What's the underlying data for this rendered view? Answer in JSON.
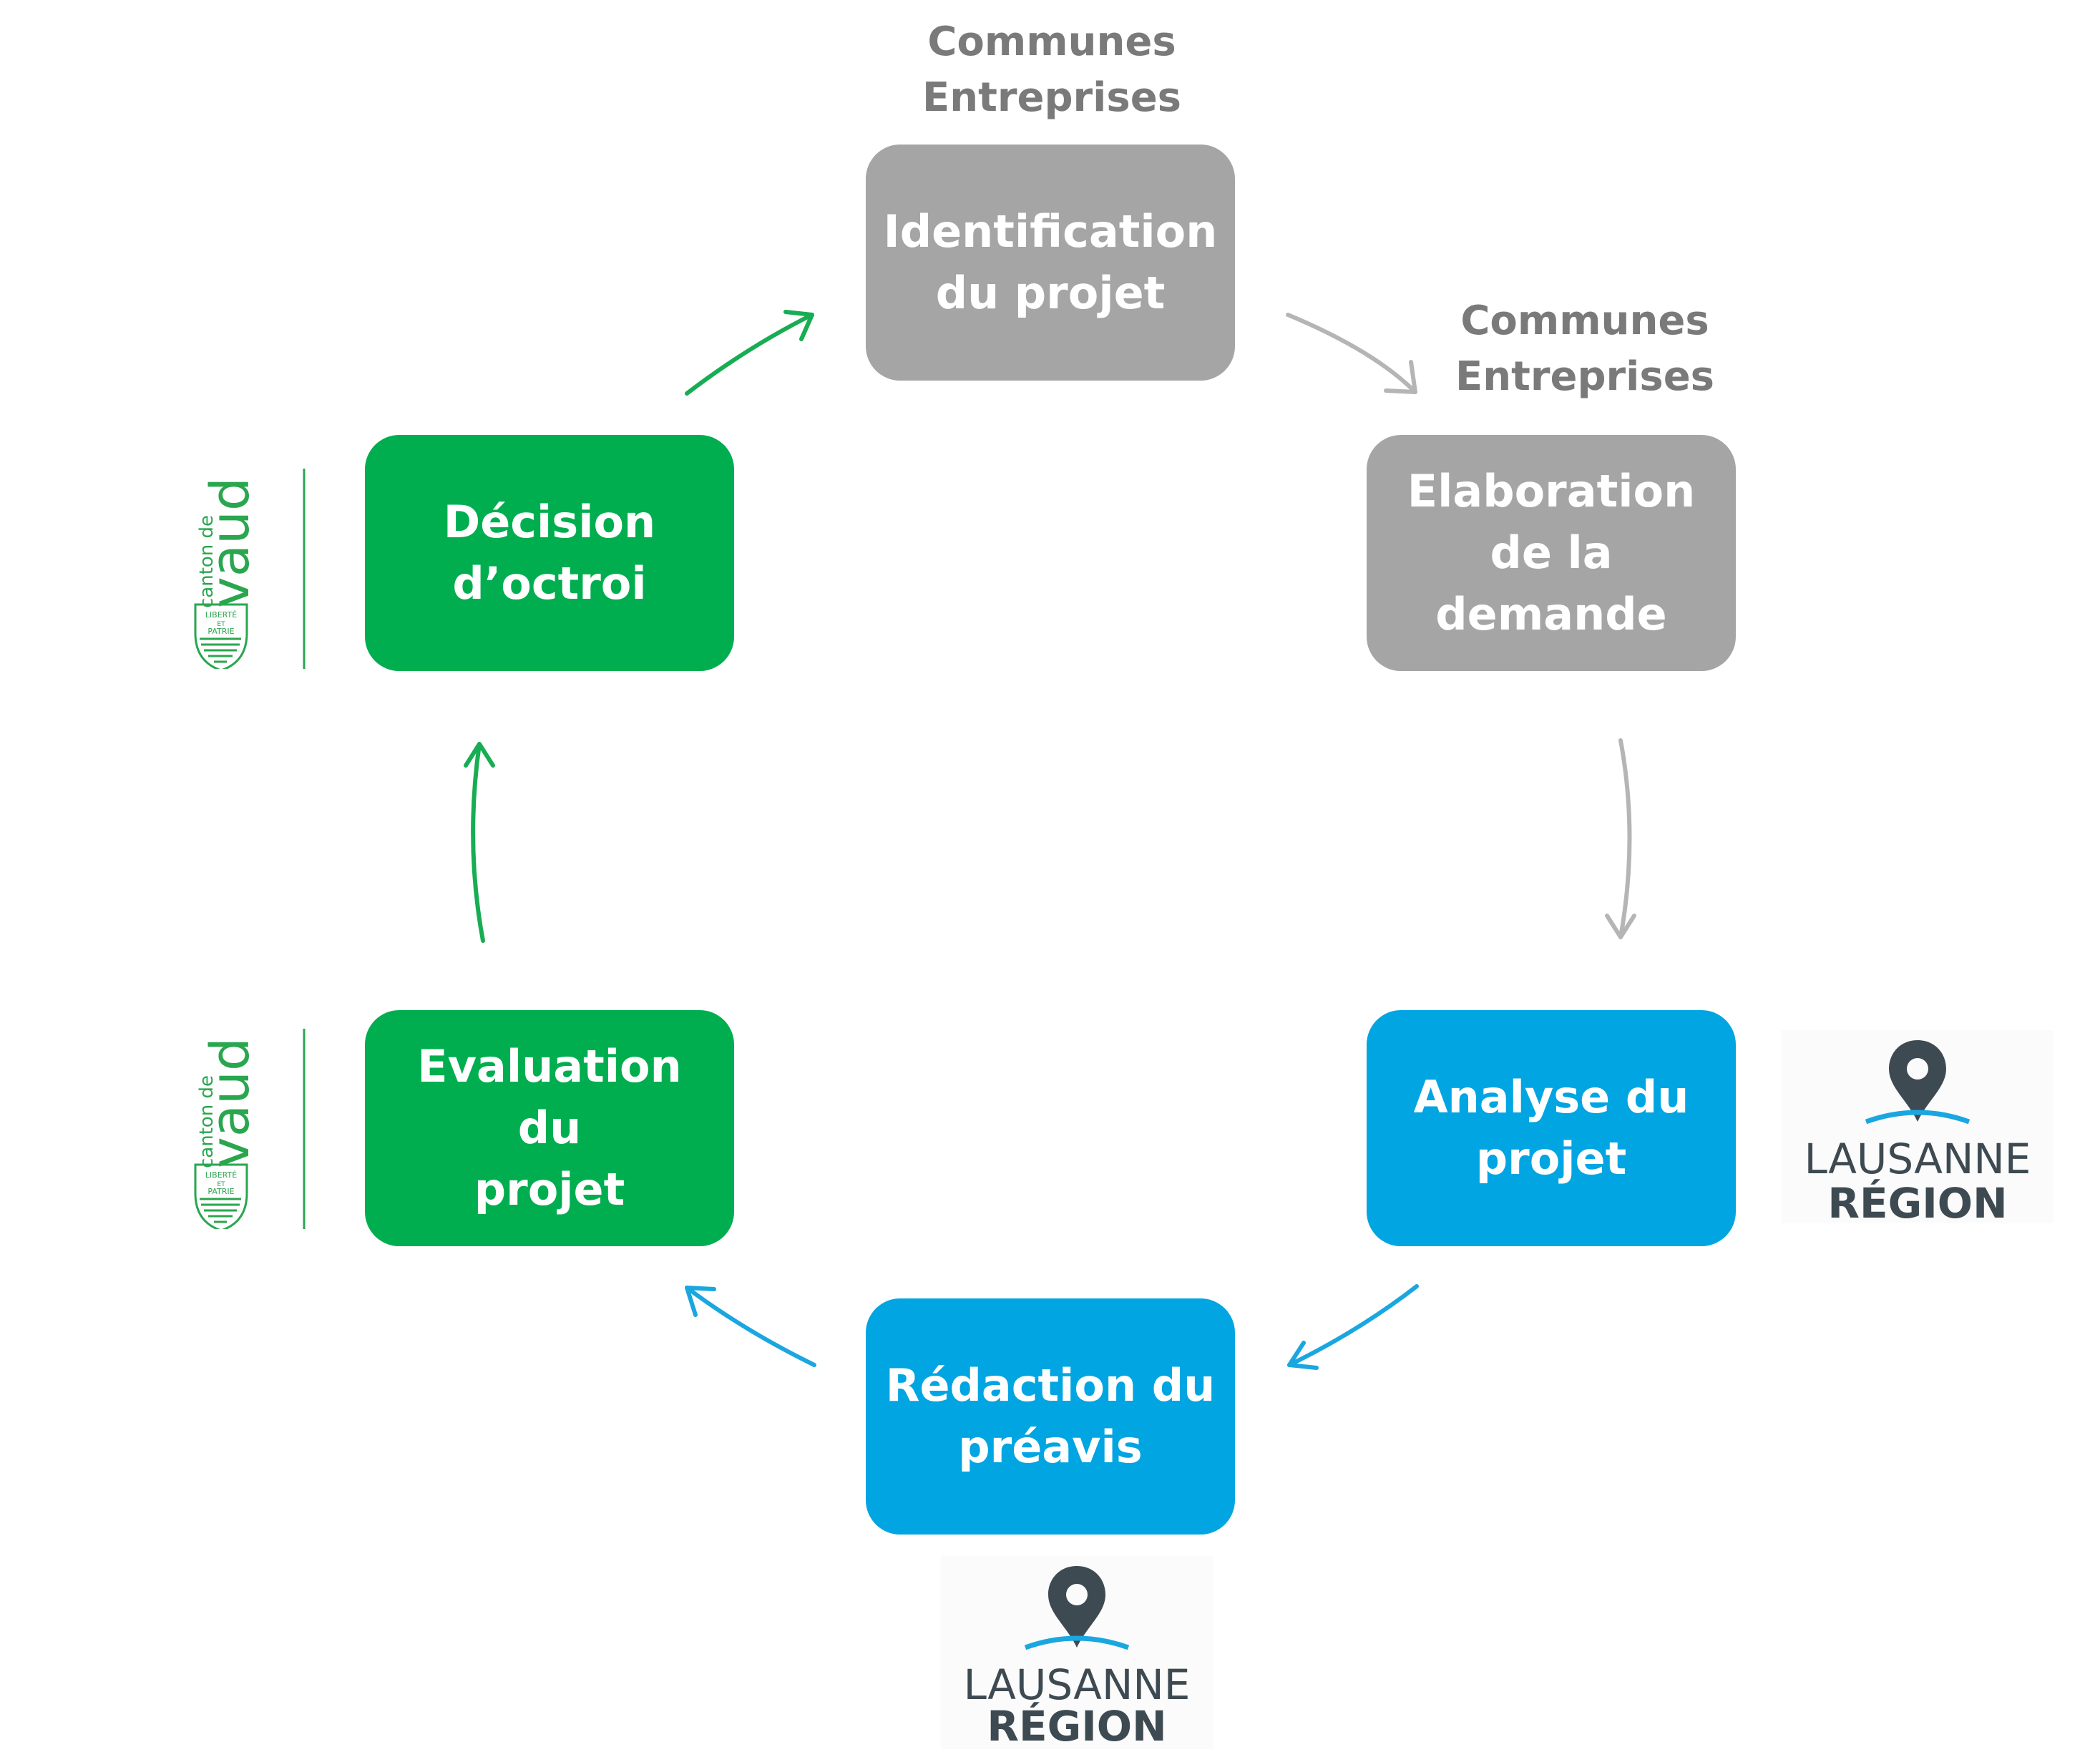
{
  "steps": {
    "identification": {
      "label": "Identification\ndu projet",
      "actors": "Communes\nEntreprises"
    },
    "elaboration": {
      "label": "Elaboration\nde la\ndemande",
      "actors": "Communes\nEntreprises"
    },
    "analyse": {
      "label": "Analyse du\nprojet"
    },
    "redaction": {
      "label": "Rédaction du\npréavis"
    },
    "evaluation": {
      "label": "Evaluation du\nprojet"
    },
    "decision": {
      "label": "Décision\nd’octroi"
    }
  },
  "logos": {
    "vaud": {
      "canton": "canton de",
      "name": "vaud",
      "motto1": "LIBERTÉ",
      "motto2": "ET",
      "motto3": "PATRIE"
    },
    "lausanne": {
      "line1": "LAUSANNE",
      "line2": "RÉGION"
    }
  },
  "colors": {
    "gray": "#a5a5a5",
    "green": "#00ae4f",
    "blue": "#00a5e2",
    "actor_text": "#7a7a7a",
    "logo_dark": "#3e4a52"
  }
}
